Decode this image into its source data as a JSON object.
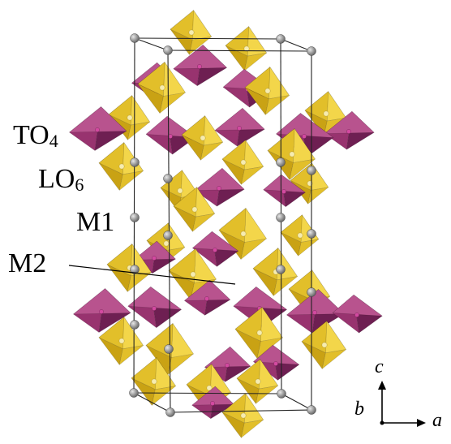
{
  "labels": {
    "to4": {
      "base": "TO",
      "sub": "4"
    },
    "lo6": {
      "base": "LO",
      "sub": "6"
    },
    "m1": "M1",
    "m2": "M2"
  },
  "axes": {
    "c": "c",
    "b": "b",
    "a": "a"
  },
  "colors": {
    "octahedron_light": "#f3d64a",
    "octahedron_mid": "#e2bf2a",
    "octahedron_dark": "#c9a214",
    "tetrahedron_light": "#b8538e",
    "tetrahedron_mid": "#98336f",
    "tetrahedron_dark": "#6e1f52",
    "cell_edge": "#222222",
    "cell_atom": "#8a8a8a"
  }
}
